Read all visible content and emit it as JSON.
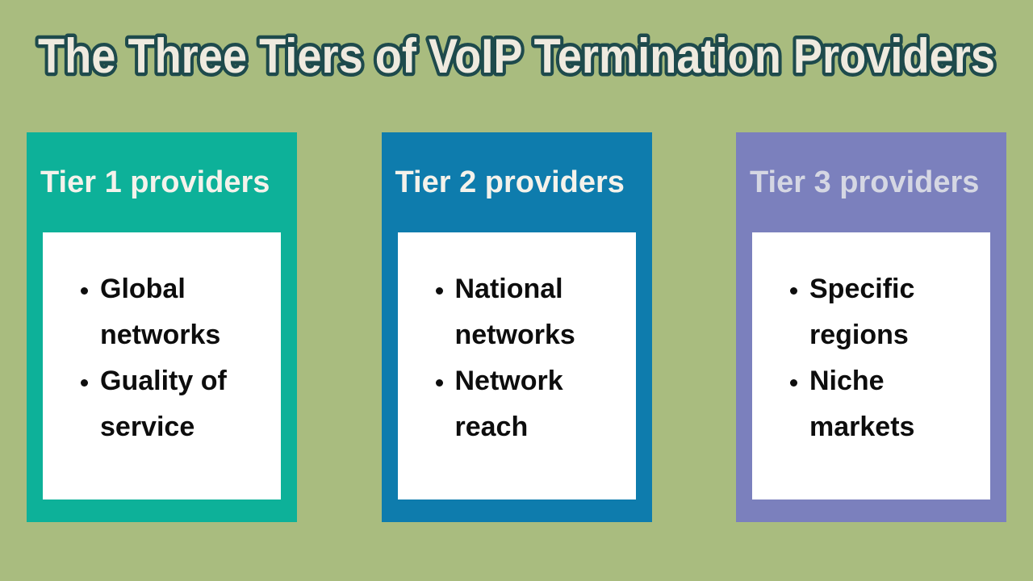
{
  "title": "The Three Tiers of VoIP Termination Providers",
  "colors": {
    "background": "#A9BC7F",
    "title_fill": "#EFEADF",
    "title_outline": "#1E4A4C",
    "bullet_text": "#0D0D0D",
    "card_inner_box": "#FFFFFF"
  },
  "cards": [
    {
      "title": "Tier 1 providers",
      "color": "#0DB199",
      "title_color": "#F4F2EB",
      "bullets": [
        "Global networks",
        "Guality of service"
      ]
    },
    {
      "title": "Tier 2 providers",
      "color": "#0E7CAD",
      "title_color": "#F4F2EB",
      "bullets": [
        "National networks",
        "Network reach"
      ]
    },
    {
      "title": "Tier 3 providers",
      "color": "#7B80BD",
      "title_color": "#D5D7E3",
      "bullets": [
        "Specific regions",
        "Niche markets"
      ]
    }
  ]
}
